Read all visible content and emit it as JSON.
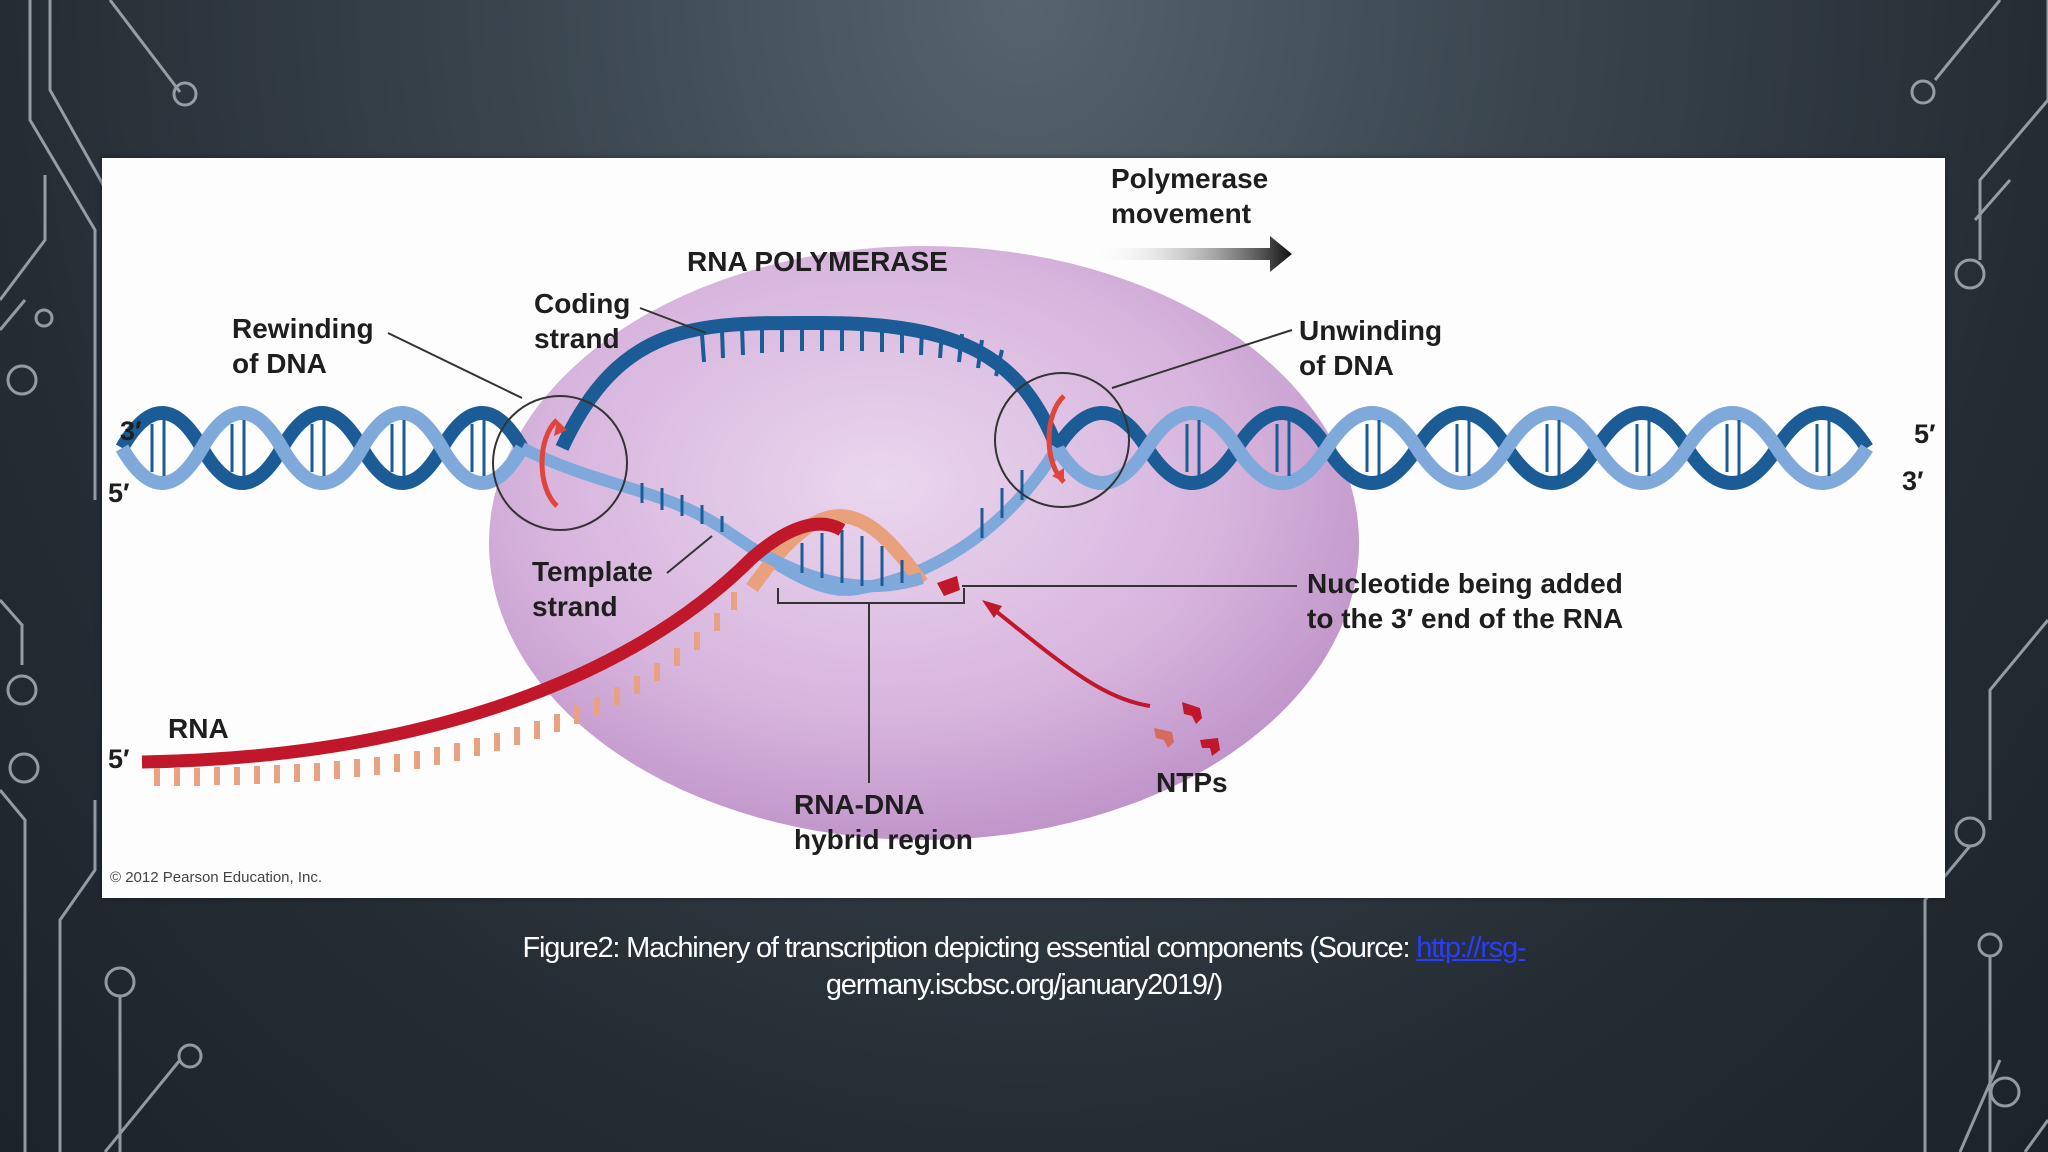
{
  "slide": {
    "background_color": "#2f3a43",
    "decoration": "circuit-board-lines"
  },
  "figure": {
    "title": "RNA POLYMERASE",
    "labels": {
      "polymerase_movement_1": "Polymerase",
      "polymerase_movement_2": "movement",
      "coding_strand_1": "Coding",
      "coding_strand_2": "strand",
      "rewinding_1": "Rewinding",
      "rewinding_2": "of DNA",
      "unwinding_1": "Unwinding",
      "unwinding_2": "of DNA",
      "template_strand_1": "Template",
      "template_strand_2": "strand",
      "nucleotide_1": "Nucleotide being added",
      "nucleotide_2": "to the 3′ end of the RNA",
      "rna": "RNA",
      "ntps": "NTPs",
      "hybrid_1": "RNA-DNA",
      "hybrid_2": "hybrid region"
    },
    "strand_ends": {
      "left_top": "3′",
      "left_bottom": "5′",
      "right_top": "5′",
      "right_bottom": "3′",
      "rna_start": "5′"
    },
    "copyright": "© 2012 Pearson Education, Inc.",
    "colors": {
      "dna_dark": "#1b5c96",
      "dna_light": "#7fa8db",
      "rna": "#c0182a",
      "rna_base": "#e8a183",
      "polymerase": "#cfa8d6"
    }
  },
  "caption": {
    "text": "Figure2: Machinery of transcription depicting essential components (Source: ",
    "link": "http://rsg-germany.iscbsc.org/january2019/",
    "link_part1": "http://rsg-",
    "link_part2": "germany.iscbsc.org/january2019/",
    "suffix": ")"
  }
}
